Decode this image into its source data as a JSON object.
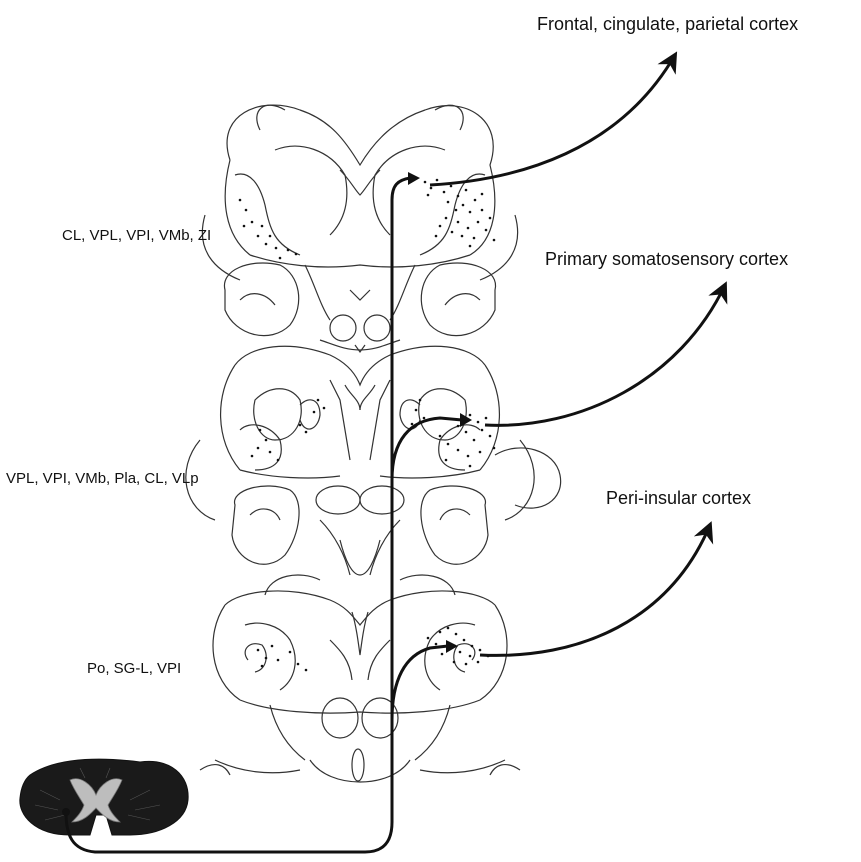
{
  "targets": {
    "frontal": "Frontal, cingulate, parietal cortex",
    "somatosensory": "Primary somatosensory cortex",
    "insular": "Peri-insular cortex"
  },
  "nuclei": {
    "upper": "CL, VPL, VPI, VMb, ZI",
    "middle": "VPL, VPI, VMb, Pla, CL, VLp",
    "lower": "Po, SG-L, VPI"
  },
  "colors": {
    "line": "#111111",
    "outline": "#333333",
    "background": "#ffffff"
  },
  "icons": {
    "spinal_cord": "spinal-cord-cross-section",
    "arrowheads": "arrow-head"
  }
}
